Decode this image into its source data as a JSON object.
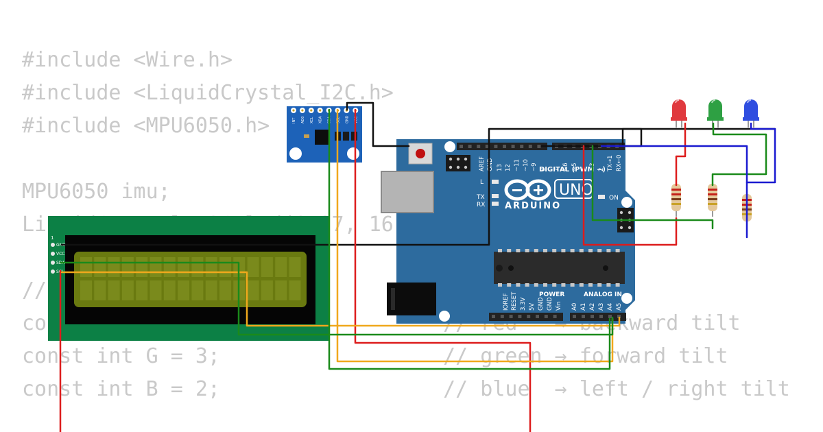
{
  "code": {
    "lines": [
      "#include <Wire.h>",
      "#include <LiquidCrystal_I2C.h>",
      "#include <MPU6050.h>",
      "",
      "MPU6050 imu;",
      "LiquidCrystal_I2C lcd(0x27, 16, 2);",
      "",
      "// LED pins",
      "const int R = 4;                  // red   → backward tilt",
      "const int G = 3;                  // green → forward tilt",
      "const int B = 2;                  // blue  → left / right tilt"
    ]
  },
  "arduino": {
    "brand": "ARDUINO",
    "model": "UNO",
    "digital_header": "DIGITAL (PWM ~)",
    "digital_pins": [
      "AREF",
      "GND",
      "13",
      "12",
      "~11",
      "~10",
      "~9",
      "8",
      "7",
      "~6",
      "~5",
      "4",
      "~3",
      "2",
      "TX→1",
      "RX←0"
    ],
    "power_header": "POWER",
    "power_pins": [
      "IOREF",
      "RESET",
      "3.3V",
      "5V",
      "GND",
      "GND",
      "Vin"
    ],
    "analog_header": "ANALOG IN",
    "analog_pins": [
      "A0",
      "A1",
      "A2",
      "A3",
      "A4",
      "A5"
    ],
    "led_labels": [
      "L",
      "TX",
      "RX",
      "ON"
    ]
  },
  "mpu_module": {
    "pin_labels": [
      "INT",
      "AD0",
      "XCL",
      "XDA",
      "SDA",
      "SCL",
      "GND",
      "VCC"
    ]
  },
  "lcd_module": {
    "pin_number": "1",
    "pin_labels": [
      "GND",
      "VCC",
      "SDA",
      "SCL"
    ]
  },
  "leds": [
    {
      "color": "red",
      "hex": "#e0393e"
    },
    {
      "color": "green",
      "hex": "#2ea043"
    },
    {
      "color": "blue",
      "hex": "#2f4ee0"
    }
  ],
  "wire_colors": {
    "red": "#dd1c1c",
    "green": "#1a8a1a",
    "blue": "#1a1ad0",
    "black": "#111111",
    "orange": "#f0a81c"
  }
}
